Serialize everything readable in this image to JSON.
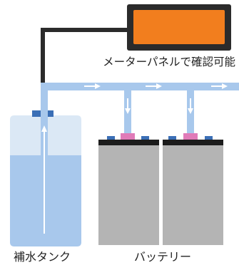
{
  "meter_panel": {
    "label": "メーターパネルで確認可能",
    "display_color": "#f27e1e",
    "frame_color": "#2b2b2b"
  },
  "tank": {
    "label": "補水タンク",
    "water_color": "#a8c8ec",
    "air_color": "#dbe8f5",
    "cap_color": "#3b6fb6"
  },
  "battery": {
    "label": "バッテリー",
    "body_color": "#b4b4b4",
    "top_color": "#1c1c1c",
    "terminal_plus_color": "#e07bb8",
    "terminal_minus_color": "#3b6fb6"
  },
  "pipe": {
    "color": "#a8c8ec",
    "arrow_color": "#ffffff",
    "cable_color": "#2b2b2b"
  }
}
